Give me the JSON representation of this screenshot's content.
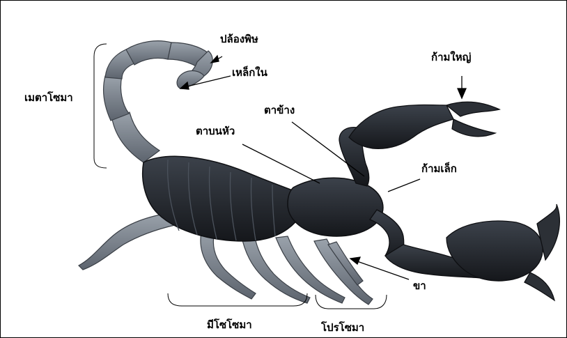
{
  "labels": {
    "poison_segment": "ปล้องพิษ",
    "stinger": "เหล็กใน",
    "big_claw": "ก้ามใหญ่",
    "metasoma": "เมตาโซมา",
    "lateral_eye": "ตาข้าง",
    "median_eye": "ตาบนหัว",
    "small_claw": "ก้ามเล็ก",
    "leg": "ขา",
    "mesosoma": "มีโซโซมา",
    "prosoma": "โปรโซมา"
  },
  "colors": {
    "body": "#1f2228",
    "body_highlight": "#3c424b",
    "limb": "#6d7580",
    "limb_light": "#949ca6",
    "annotation": "#000000"
  }
}
